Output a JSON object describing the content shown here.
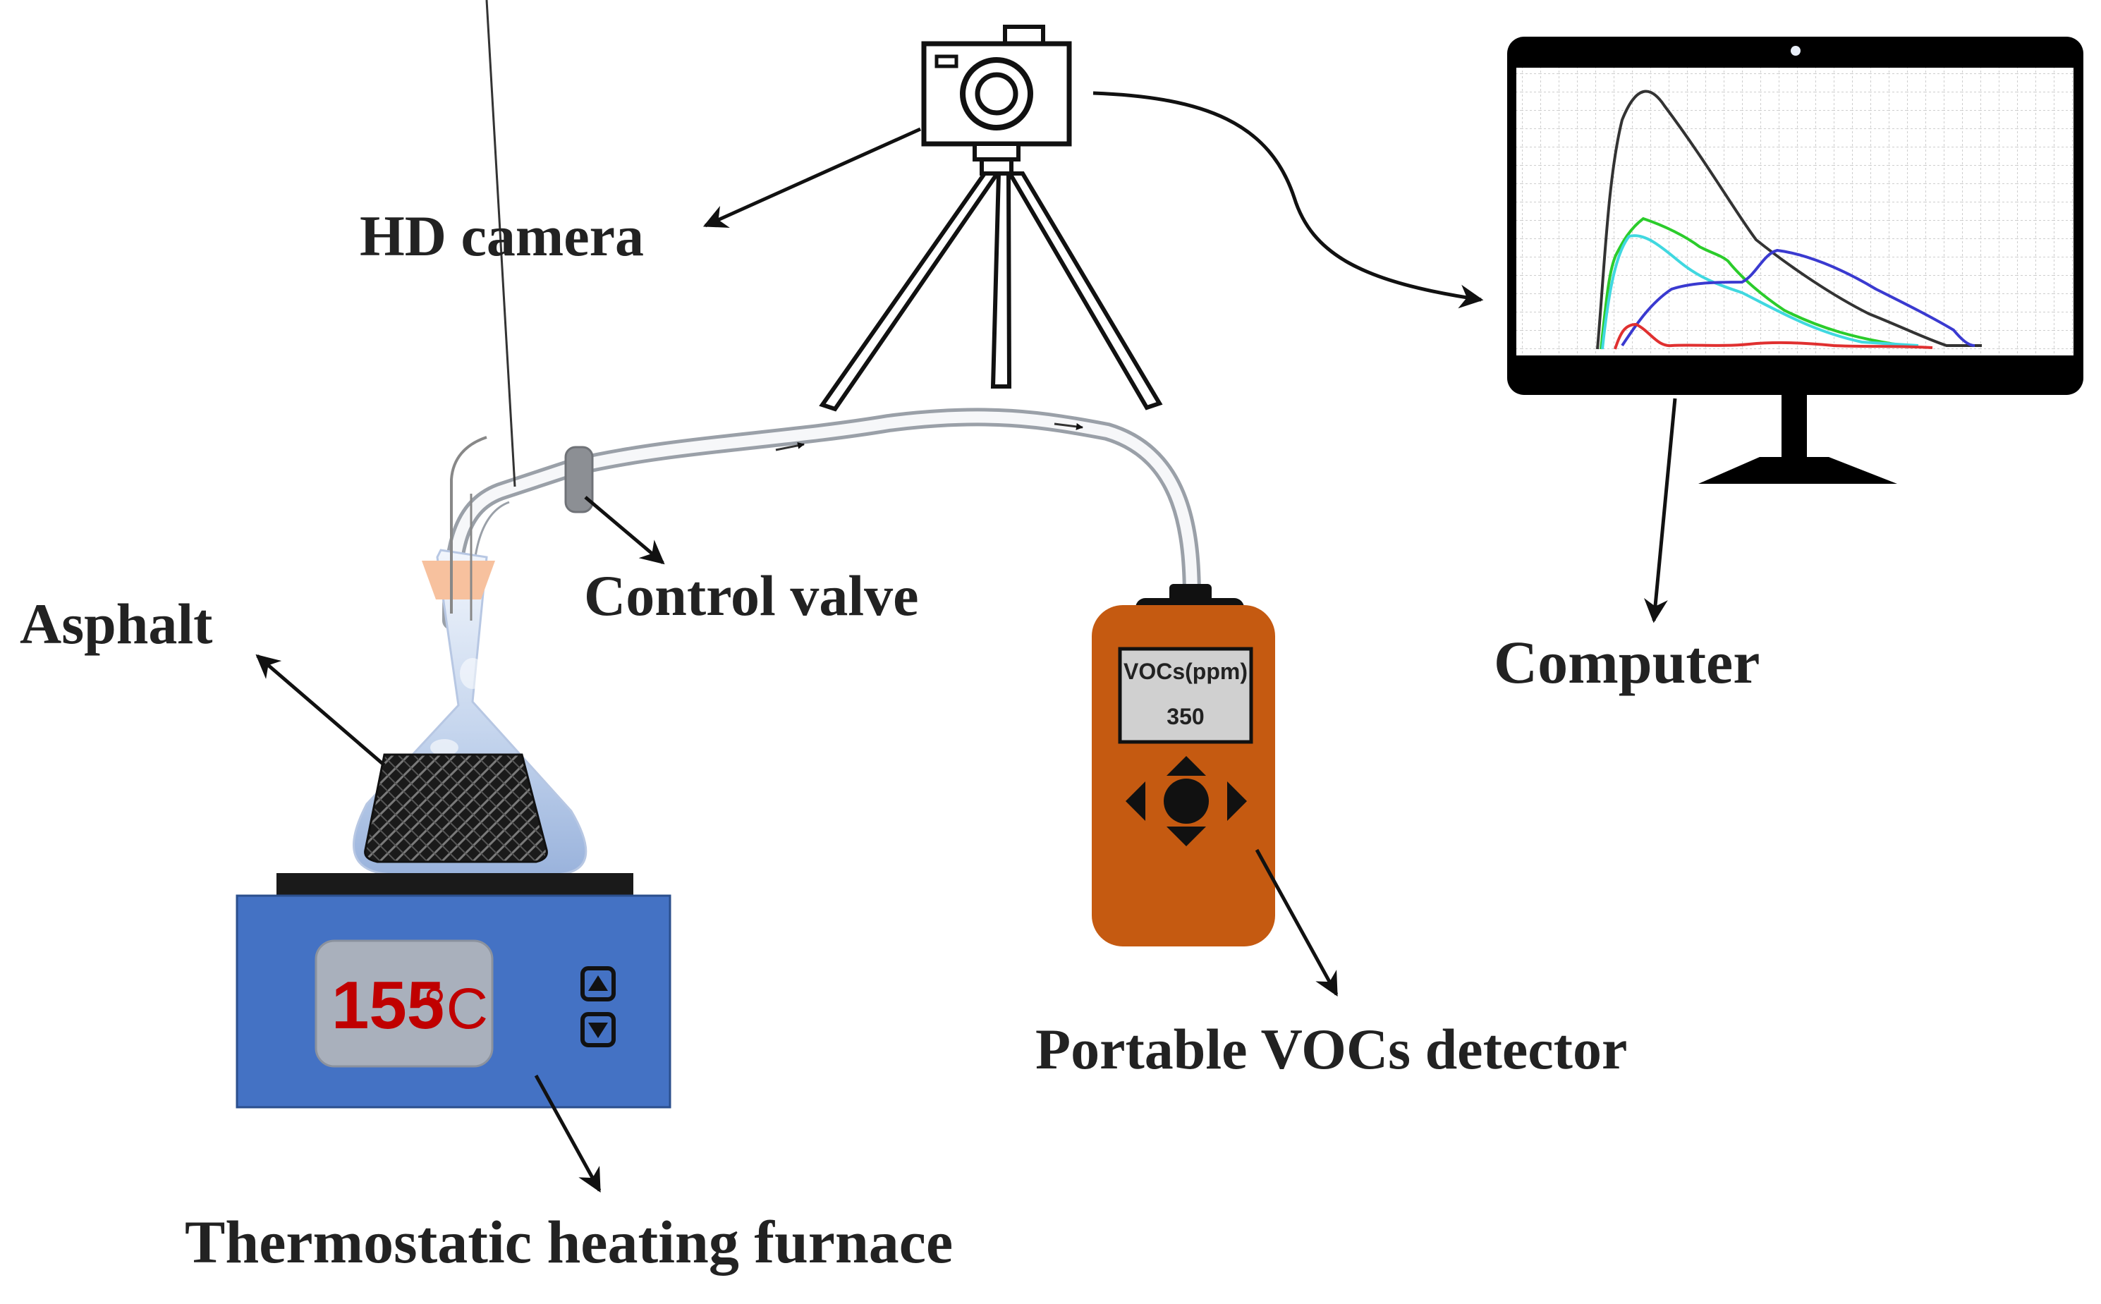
{
  "labels": {
    "hd_camera": "HD camera",
    "computer": "Computer",
    "control_valve": "Control valve",
    "asphalt": "Asphalt",
    "portable_detector": "Portable VOCs detector",
    "furnace": "Thermostatic heating furnace"
  },
  "detector": {
    "screen_title": "VOCs(ppm)",
    "screen_value": "350",
    "body_color": "#c55a11"
  },
  "furnace": {
    "display_value": "155",
    "display_unit": "°C",
    "body_color": "#4472c4",
    "digit_color": "#c00000"
  },
  "monitor": {
    "curve_colors": [
      "#333333",
      "#2bcc2b",
      "#40d8e0",
      "#3a3ad0",
      "#e03030"
    ]
  },
  "icons": {
    "camera": "camera-icon",
    "tripod": "tripod-icon",
    "monitor": "monitor-icon",
    "flask": "flask-icon",
    "valve": "valve-icon",
    "tube": "tube-icon",
    "dpad": "dpad-icon"
  }
}
